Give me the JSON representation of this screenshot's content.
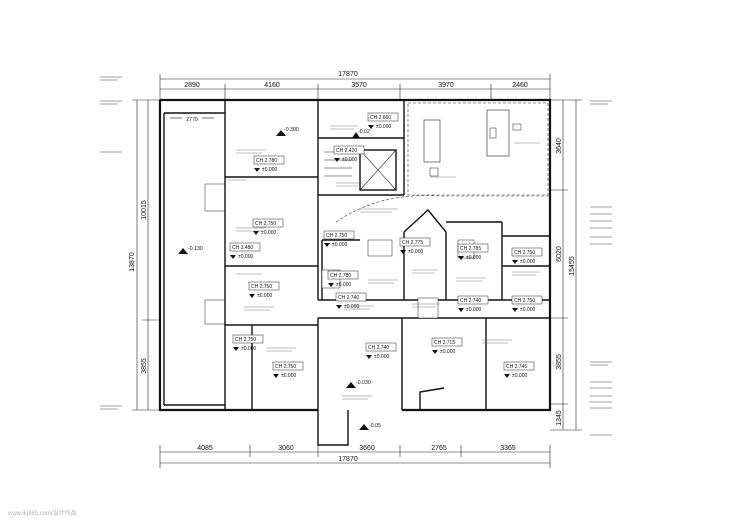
{
  "top_total": "17870",
  "top_dims": [
    "2890",
    "4160",
    "3570",
    "3970",
    "2460"
  ],
  "bottom_dims": [
    "4085",
    "3060",
    "3660",
    "2765",
    "3365"
  ],
  "bottom_total": "17870",
  "left_total": "13870",
  "left_dims": [
    "10015",
    "3855"
  ],
  "right_total": "15455",
  "right_dims": [
    "3640",
    "6020",
    "3855",
    "1345"
  ],
  "inner_dim": "2770",
  "levels": [
    "-0.300",
    "-0.02",
    "-0.130",
    "-0.030",
    "-0.05"
  ],
  "ceiling_tags": [
    {
      "ch": "CH 2.660",
      "lv": "±0.000"
    },
    {
      "ch": "CH 2.420",
      "lv": "±0.000"
    },
    {
      "ch": "CH 2.780",
      "lv": "±0.000"
    },
    {
      "ch": "CH 2.750",
      "lv": "±0.000"
    },
    {
      "ch": "CH 2.750",
      "lv": "±0.000"
    },
    {
      "ch": "CH 2.750",
      "lv": "±0.000"
    },
    {
      "ch": "CH 2.775",
      "lv": "±0.000"
    },
    {
      "ch": "CH 2.785",
      "lv": "±0.000"
    },
    {
      "ch": "CH 2.750",
      "lv": "±0.000"
    },
    {
      "ch": "CH 2.780",
      "lv": "±0.000"
    },
    {
      "ch": "CH 2.750",
      "lv": "±0.000"
    },
    {
      "ch": "CH 2.740",
      "lv": "±0.000"
    },
    {
      "ch": "CH 2.740",
      "lv": "±0.000"
    },
    {
      "ch": "CH 2.480",
      "lv": "±0.000"
    },
    {
      "ch": "CH 2.750",
      "lv": "±0.000"
    },
    {
      "ch": "CH 2.750",
      "lv": "±0.000"
    },
    {
      "ch": "CH 2.740",
      "lv": "±0.000"
    },
    {
      "ch": "CH 2.715",
      "lv": "±0.000"
    },
    {
      "ch": "CH 2.745",
      "lv": "±0.000"
    }
  ],
  "watermark": "www.ikj365.com/设计作品"
}
